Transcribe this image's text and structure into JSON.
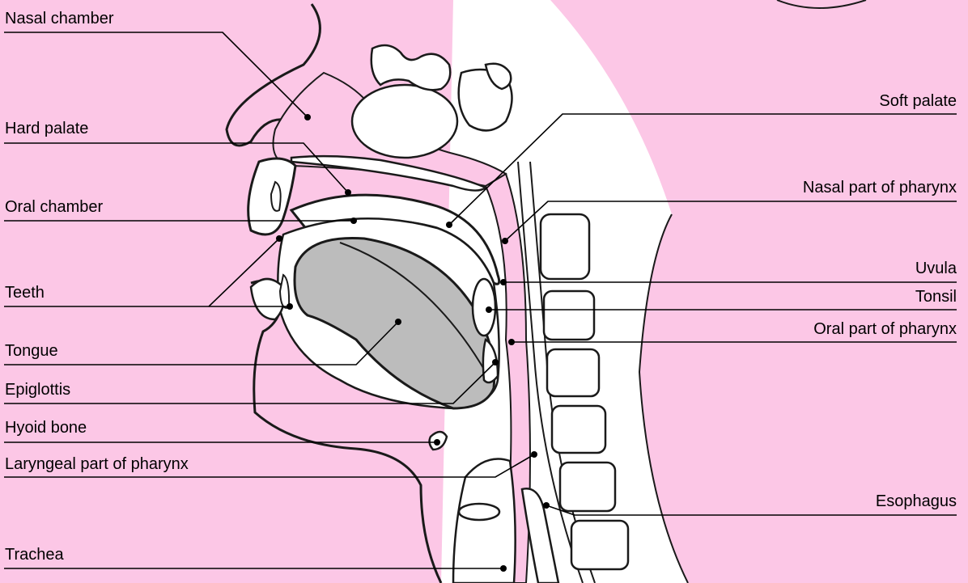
{
  "labels": {
    "nasal_chamber": "Nasal chamber",
    "hard_palate": "Hard palate",
    "oral_chamber": "Oral chamber",
    "teeth": "Teeth",
    "tongue": "Tongue",
    "epiglottis": "Epiglottis",
    "hyoid_bone": "Hyoid bone",
    "laryngeal_pharynx": "Laryngeal part of pharynx",
    "trachea": "Trachea",
    "soft_palate": "Soft palate",
    "nasal_pharynx": "Nasal part of pharynx",
    "uvula": "Uvula",
    "tonsil": "Tonsil",
    "oral_pharynx": "Oral part of pharynx",
    "esophagus": "Esophagus"
  },
  "colors": {
    "background": "#fcc7e6",
    "tissue": "#ffffff",
    "tongue": "#bcbcbc",
    "outline": "#1a1a1a",
    "leader": "#000000"
  }
}
